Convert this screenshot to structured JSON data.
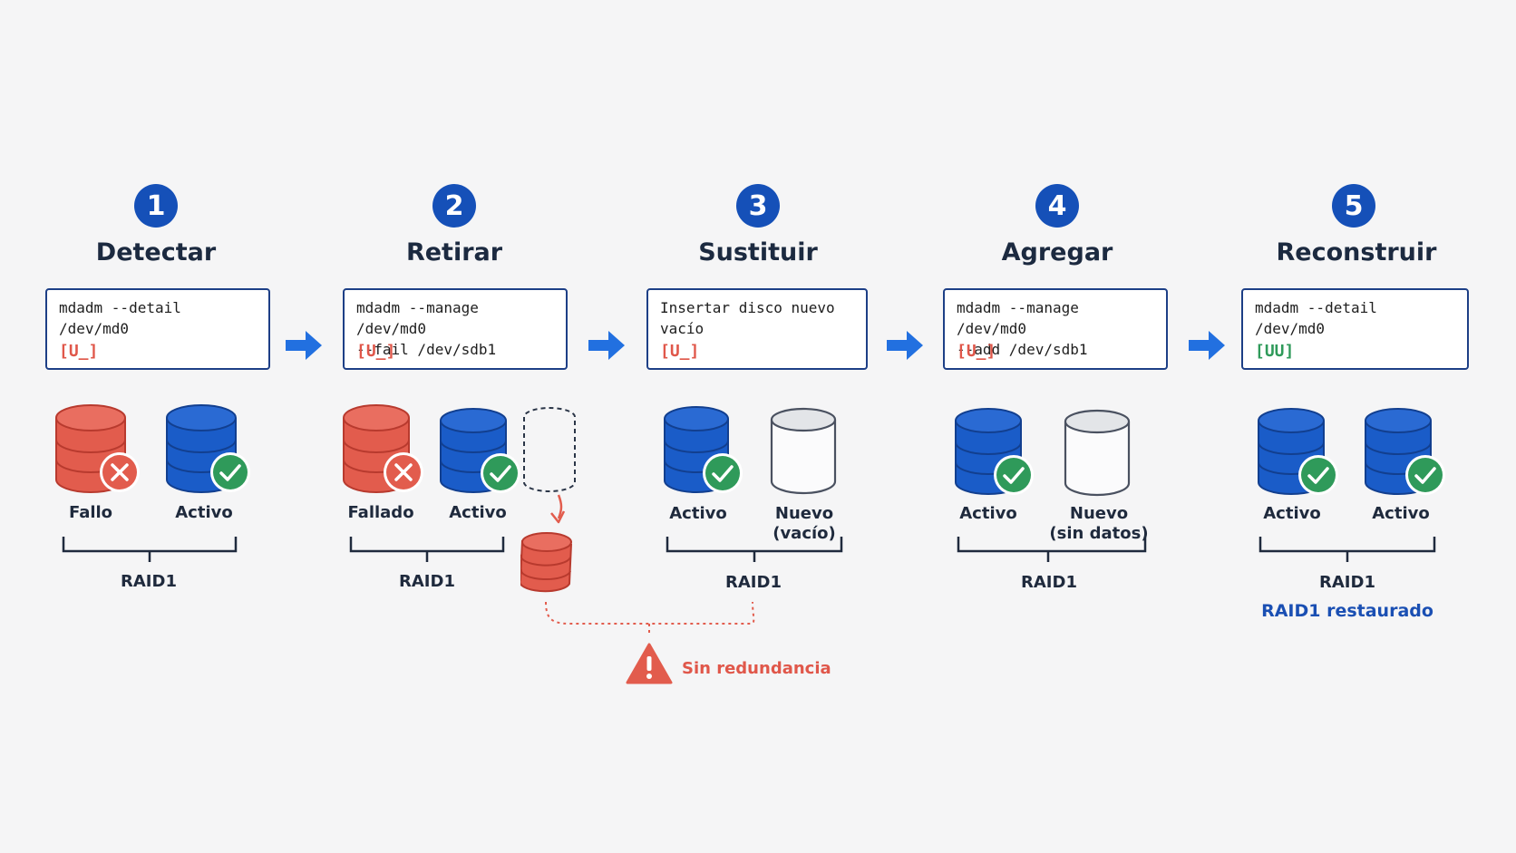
{
  "steps": [
    {
      "number": "1",
      "title": "Detectar",
      "cmd_lines": [
        "mdadm --detail /dev/md0",
        ""
      ],
      "status": "[U_]",
      "disks": [
        {
          "label": "Fallo",
          "state": "failed"
        },
        {
          "label": "Activo",
          "state": "active"
        }
      ]
    },
    {
      "number": "2",
      "title": "Retirar",
      "cmd_lines": [
        "mdadm --manage /dev/md0",
        "--fail /dev/sdb1"
      ],
      "status": "[U_]",
      "disks": [
        {
          "label": "Fallado",
          "state": "failed"
        },
        {
          "label": "Activo",
          "state": "active"
        }
      ]
    },
    {
      "number": "3",
      "title": "Sustituir",
      "cmd_lines": [
        "Insertar disco nuevo",
        "vacío"
      ],
      "status": "[U_]",
      "disks": [
        {
          "label": "Activo",
          "state": "active"
        },
        {
          "label": "Nuevo\n(vacío)",
          "state": "empty"
        }
      ]
    },
    {
      "number": "4",
      "title": "Agregar",
      "cmd_lines": [
        "mdadm --manage /dev/md0",
        "--add /dev/sdb1"
      ],
      "status": "[U_]",
      "disks": [
        {
          "label": "Activo",
          "state": "active"
        },
        {
          "label": "Nuevo\n(sin datos)",
          "state": "empty"
        }
      ]
    },
    {
      "number": "5",
      "title": "Reconstruir",
      "cmd_lines": [
        "mdadm --detail /dev/md0",
        ""
      ],
      "status": "[UU]",
      "disks": [
        {
          "label": "Activo",
          "state": "active"
        },
        {
          "label": "Activo",
          "state": "active"
        }
      ]
    }
  ],
  "raid_label": "RAID1",
  "restored_label": "RAID1 restaurado",
  "warning_label": "Sin redundancia",
  "colors": {
    "accent": "#1550b8",
    "failed": "#e25c4d",
    "active": "#1a5cc8",
    "ok": "#2f9a5a",
    "empty": "#e3e5e8"
  },
  "icons": [
    "check-icon",
    "x-icon",
    "warning-icon",
    "arrow-right-icon",
    "disk-icon"
  ]
}
